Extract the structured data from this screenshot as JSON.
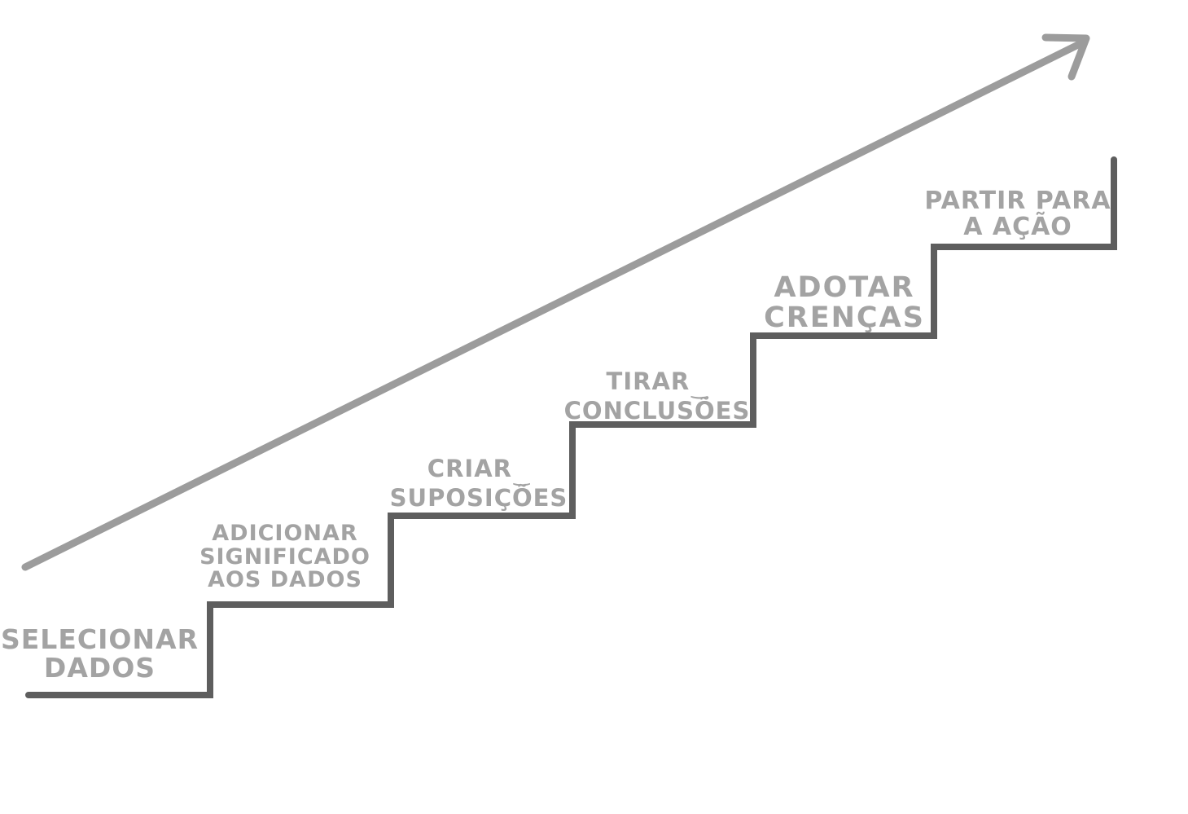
{
  "diagram": {
    "name": "escada-de-inferencia",
    "type": "staircase-progression",
    "background": "#ffffff",
    "colors": {
      "stairs": "#5e5e5e",
      "labels": "#a3a3a3",
      "arrow": "#9c9c9c"
    },
    "arrow": {
      "description": "diagonal arrow rising from bottom-left to top-right"
    },
    "steps": [
      {
        "order": 1,
        "label": "SELECIONAR DADOS",
        "lines": [
          "SELECIONAR",
          "DADOS"
        ]
      },
      {
        "order": 2,
        "label": "ADICIONAR SIGNIFICADO AOS DADOS",
        "lines": [
          "ADICIONAR",
          "SIGNIFICADO",
          "AOS DADOS"
        ]
      },
      {
        "order": 3,
        "label": "CRIAR SUPOSIÇÕES",
        "lines": [
          "CRIAR",
          "SUPOSIÇÕES"
        ],
        "flourish": "‿"
      },
      {
        "order": 4,
        "label": "TIRAR CONCLUSÕES",
        "lines": [
          "TIRAR",
          "CONCLUSÕES"
        ],
        "flourish": "‿"
      },
      {
        "order": 5,
        "label": "ADOTAR CRENÇAS",
        "lines": [
          "ADOTAR",
          "CRENÇAS"
        ]
      },
      {
        "order": 6,
        "label": "PARTIR PARA A AÇÃO",
        "lines": [
          "PARTIR PARA",
          "A AÇÃO"
        ]
      }
    ]
  }
}
